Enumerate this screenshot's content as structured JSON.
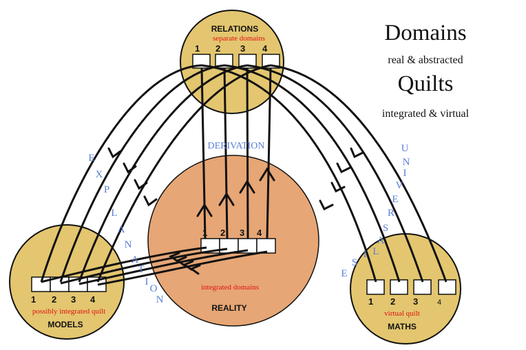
{
  "title": {
    "domains": "Domains",
    "domains_sub": "real & abstracted",
    "quilts": "Quilts",
    "quilts_sub": "integrated & virtual"
  },
  "relations": {
    "name": "RELATIONS",
    "sub": "separate domains",
    "numbers": [
      "1",
      "2",
      "3",
      "4"
    ]
  },
  "reality": {
    "name": "REALITY",
    "sub": "integrated domains",
    "numbers": [
      "1",
      "2",
      "3",
      "4"
    ]
  },
  "models": {
    "name": "MODELS",
    "sub": "possibly integrated quilt",
    "numbers": [
      "1",
      "2",
      "3",
      "4"
    ]
  },
  "maths": {
    "name": "MATHS",
    "sub": "virtual quilt",
    "numbers": [
      "1",
      "2",
      "3",
      "4"
    ]
  },
  "flows": {
    "derivation": "DERIVATION",
    "explanation": "EXPLANATION",
    "universalise": "UNIVERSALISE"
  },
  "colors": {
    "gold": "#e3c66f",
    "reality": "#e6a675",
    "vertical_label": "#5b7fd6",
    "red_label": "#e01010"
  }
}
